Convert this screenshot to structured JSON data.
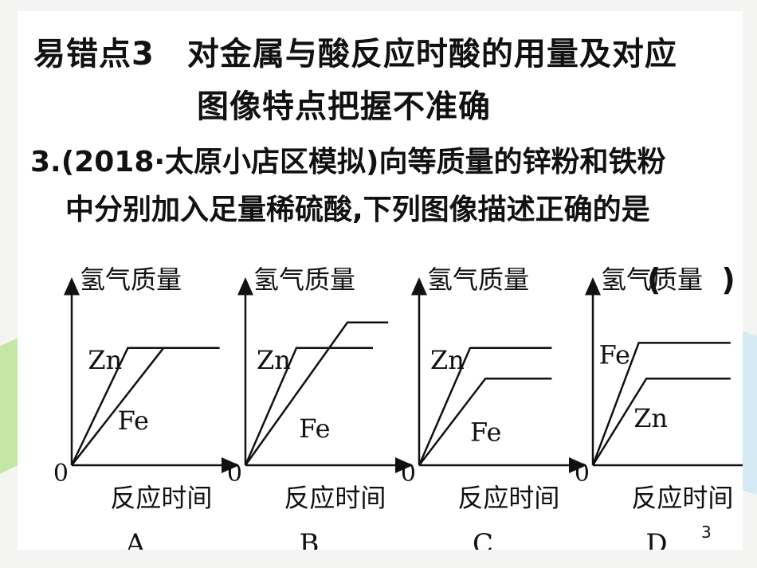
{
  "title_line1": "易错点3　对金属与酸反应时酸的用量及对应",
  "title_line2": "图像特点把握不准确",
  "question_line1": "3.(2018·太原小店区模拟)向等质量的锌粉和铁粉",
  "question_line2": "中分别加入足量稀硫酸,下列图像描述正确的是",
  "answer_paren": "(　　)",
  "page_number": "3",
  "colors": {
    "line": "#111111",
    "background": "#ffffff"
  },
  "chart_data": [
    {
      "type": "line",
      "option": "A",
      "ylabel": "氢气质量",
      "xlabel": "反应时间",
      "origin_label": "0",
      "series": [
        {
          "name": "Zn",
          "x": [
            0,
            2.2,
            5.8
          ],
          "y": [
            0,
            4.6,
            4.6
          ]
        },
        {
          "name": "Fe",
          "x": [
            0,
            3.6,
            5.8
          ],
          "y": [
            0,
            4.6,
            4.6
          ]
        }
      ],
      "xlim": [
        0,
        6.2
      ],
      "ylim": [
        0,
        7
      ]
    },
    {
      "type": "line",
      "option": "B",
      "ylabel": "氢气质量",
      "xlabel": "反应时间",
      "origin_label": "0",
      "series": [
        {
          "name": "Zn",
          "x": [
            0,
            2.0,
            5.0
          ],
          "y": [
            0,
            4.6,
            4.6
          ]
        },
        {
          "name": "Fe",
          "x": [
            0,
            4.0,
            5.6
          ],
          "y": [
            0,
            5.6,
            5.6
          ]
        }
      ],
      "xlim": [
        0,
        6.2
      ],
      "ylim": [
        0,
        7
      ]
    },
    {
      "type": "line",
      "option": "C",
      "ylabel": "氢气质量",
      "xlabel": "反应时间",
      "origin_label": "0",
      "series": [
        {
          "name": "Zn",
          "x": [
            0,
            2.0,
            5.2
          ],
          "y": [
            0,
            4.6,
            4.6
          ]
        },
        {
          "name": "Fe",
          "x": [
            0,
            2.6,
            5.2
          ],
          "y": [
            0,
            3.4,
            3.4
          ]
        }
      ],
      "xlim": [
        0,
        6.2
      ],
      "ylim": [
        0,
        7
      ]
    },
    {
      "type": "line",
      "option": "D",
      "ylabel": "氢气质量",
      "xlabel": "反应时间",
      "origin_label": "0",
      "series": [
        {
          "name": "Fe",
          "x": [
            0,
            1.8,
            5.4
          ],
          "y": [
            0,
            4.8,
            4.8
          ]
        },
        {
          "name": "Zn",
          "x": [
            0,
            2.1,
            5.4
          ],
          "y": [
            0,
            3.4,
            3.4
          ]
        }
      ],
      "xlim": [
        0,
        6.2
      ],
      "ylim": [
        0,
        7
      ]
    }
  ]
}
